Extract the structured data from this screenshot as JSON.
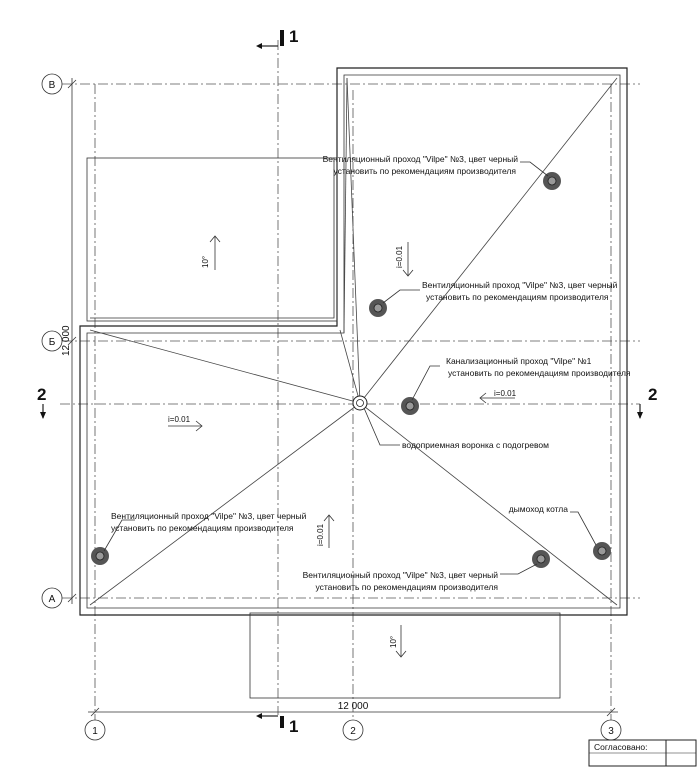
{
  "axes": {
    "rows": [
      "В",
      "Б",
      "А"
    ],
    "cols": [
      "1",
      "2",
      "3"
    ]
  },
  "sections": {
    "one_top": "1",
    "one_bottom": "1",
    "two_left": "2",
    "two_right": "2"
  },
  "dimensions": {
    "vertical": "12 000",
    "horizontal": "12 000"
  },
  "slopes": {
    "top_left_roof": "10°",
    "bottom_roof": "10°",
    "center_vertical": "i=0.01",
    "right_horizontal": "i=0.01",
    "left_horizontal": "i=0.01",
    "bottom_vertical": "i=0.01"
  },
  "callouts": {
    "vent_top_right": [
      "Вентиляционный проход \"Vilpe\" №3, цвет черный",
      "установить по рекомендациям производителя"
    ],
    "vent_center": [
      "Вентиляционный проход \"Vilpe\" №3, цвет черный",
      "установить по рекомендациям производителя"
    ],
    "sewer": [
      "Канализационный проход \"Vilpe\" №1",
      "установить по рекомендациям производителя"
    ],
    "funnel": "водоприемная воронка с подогревом",
    "vent_left": [
      "Вентиляционный проход \"Vilpe\" №3, цвет черный",
      "установить по рекомендациям производителя"
    ],
    "chimney": "дымоход котла",
    "vent_bottom": [
      "Вентиляционный проход \"Vilpe\" №3, цвет черный",
      "установить по рекомендациям производителя"
    ]
  },
  "stamp": {
    "agreed": "Согласовано:"
  }
}
